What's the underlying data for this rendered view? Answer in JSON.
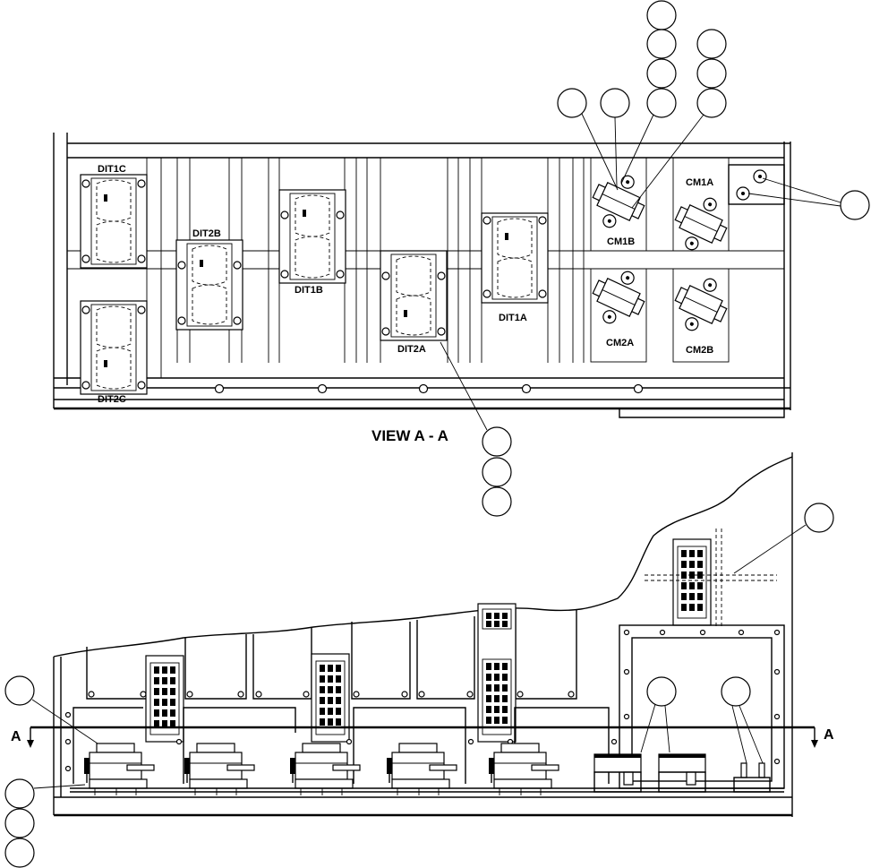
{
  "view_label": "VIEW A - A",
  "section_marks": {
    "left": "A",
    "right": "A"
  },
  "components": [
    {
      "id": "dit1c",
      "label": "DIT1C"
    },
    {
      "id": "dit2c",
      "label": "DIT2C"
    },
    {
      "id": "dit2b",
      "label": "DIT2B"
    },
    {
      "id": "dit1b",
      "label": "DIT1B"
    },
    {
      "id": "dit2a",
      "label": "DIT2A"
    },
    {
      "id": "dit1a",
      "label": "DIT1A"
    },
    {
      "id": "cm1b",
      "label": "CM1B"
    },
    {
      "id": "cm1a",
      "label": "CM1A"
    },
    {
      "id": "cm2a",
      "label": "CM2A"
    },
    {
      "id": "cm2b",
      "label": "CM2B"
    }
  ]
}
